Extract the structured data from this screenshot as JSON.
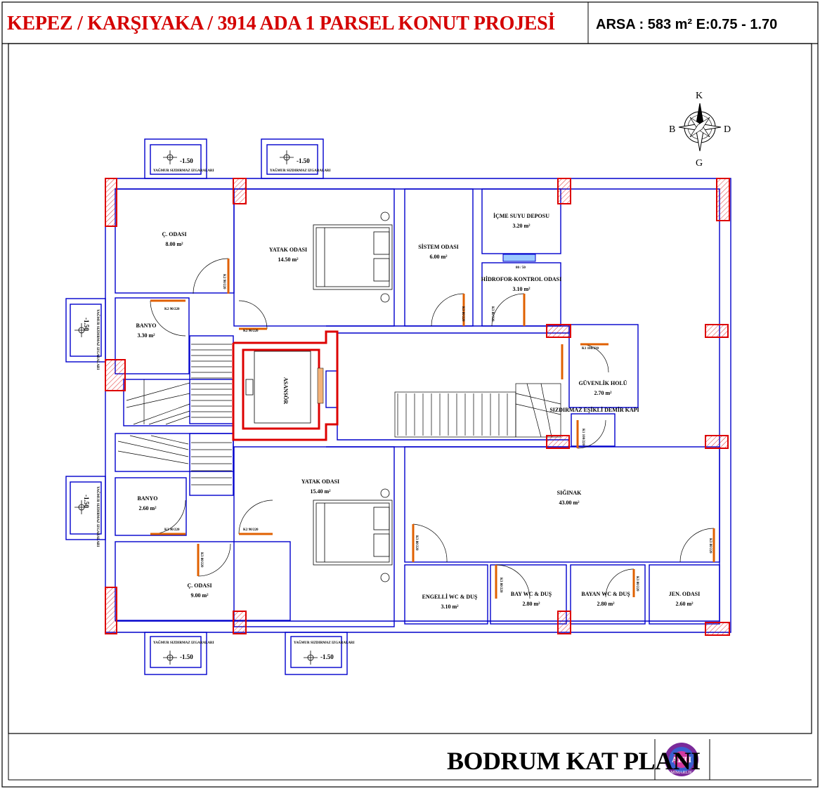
{
  "header": {
    "project_title": "KEPEZ / KARŞIYAKA / 3914 ADA 1 PARSEL KONUT PROJESİ",
    "plot_area": "ARSA : 583 m²   E:0.75 - 1.70"
  },
  "footer": {
    "plan_title": "BODRUM KAT PLANI",
    "logo_letters": "ALTI",
    "logo_subtitle": "MİMARLIK"
  },
  "compass": {
    "north": "K",
    "south": "G",
    "west": "B",
    "east": "D"
  },
  "colors": {
    "title": "#d40000",
    "wall": "#0000cc",
    "column": "#dd0000",
    "door": "#e06000"
  },
  "rooms": [
    {
      "name": "Ç. ODASI",
      "area": "8.00 m²"
    },
    {
      "name": "YATAK ODASI",
      "area": "14.50 m²"
    },
    {
      "name": "SİSTEM ODASI",
      "area": "6.00 m²"
    },
    {
      "name": "İÇME SUYU DEPOSU",
      "area": "3.20 m²"
    },
    {
      "name": "HİDROFOR-KONTROL ODASI",
      "area": "3.10 m²"
    },
    {
      "name": "BANYO",
      "area": "3.30 m²"
    },
    {
      "name": "ASANSÖR",
      "area": ""
    },
    {
      "name": "GÜVENLİK HOLÜ",
      "area": "2.70 m²"
    },
    {
      "name": "SIZDIRMAZ EŞİKLİ DEMİR KAPI",
      "area": ""
    },
    {
      "name": "YATAK ODASI",
      "area": "15.40 m²"
    },
    {
      "name": "SIĞINAK",
      "area": "43.00 m²"
    },
    {
      "name": "BANYO",
      "area": "2.60 m²"
    },
    {
      "name": "Ç. ODASI",
      "area": "9.00 m²"
    },
    {
      "name": "ENGELLİ WC & DUŞ",
      "area": "3.10 m²"
    },
    {
      "name": "BAY WC & DUŞ",
      "area": "2.80 m²"
    },
    {
      "name": "BAYAN WC & DUŞ",
      "area": "2.80 m²"
    },
    {
      "name": "JEN. ODASI",
      "area": "2.60 m²"
    }
  ],
  "light_wells": {
    "level": "-1.50",
    "label": "YAĞMUR SIZDIRMAZ IZGARALARI"
  },
  "door_labels": {
    "k2": "K2 90/220",
    "k1": "K1 100/220",
    "k3": "K3 80/220",
    "window": "80 / 50"
  }
}
